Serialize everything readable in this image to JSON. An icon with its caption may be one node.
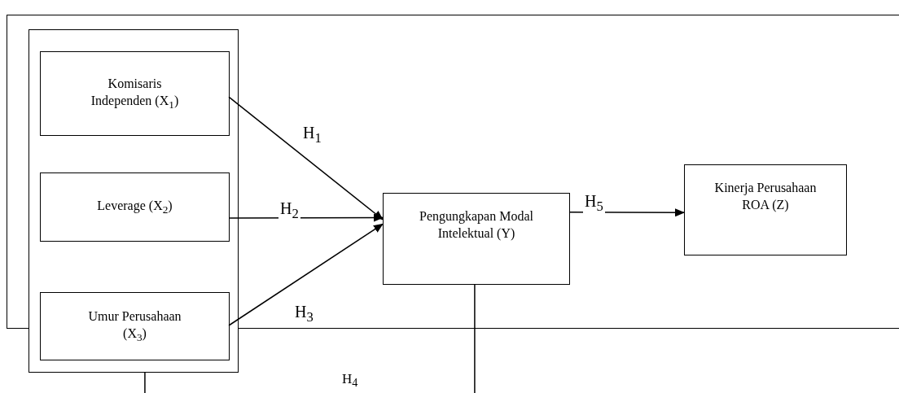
{
  "diagram": {
    "nodes": [
      {
        "text": [],
        "shape": "box"
      },
      {
        "text": [
          "Komisaris Independen (X$_{1}$)"
        ],
        "in": 0
      },
      {
        "text": [
          "Leverage (X$_{2}$)"
        ],
        "in": 0
      },
      {
        "text": [
          "Umur Perusahaan (X$_{3}$)"
        ],
        "in": 0
      },
      {
        "text": [
          "Pengungkapan Modal Intelektual (Y)"
        ]
      },
      {
        "text": [
          "Kinerja Perusahaan ROA (Z)"
        ]
      }
    ],
    "edges": [
      {
        "from": 1,
        "to": 4,
        "arrow": "to",
        "label": "H$_{1}$"
      },
      {
        "from": 2,
        "to": 4,
        "arrow": "to",
        "label": "H$_{2}$"
      },
      {
        "from": 3,
        "to": 4,
        "arrow": "to",
        "label": "H$_{3}$"
      },
      {
        "from": 4,
        "to": 5,
        "arrow": "to",
        "label": "H$_{5}$"
      },
      {
        "from": 0,
        "to": null,
        "arrow": "none"
      },
      {
        "from": 4,
        "to": null,
        "arrow": "none"
      }
    ],
    "labels": [
      "H$_{4}$"
    ]
  }
}
